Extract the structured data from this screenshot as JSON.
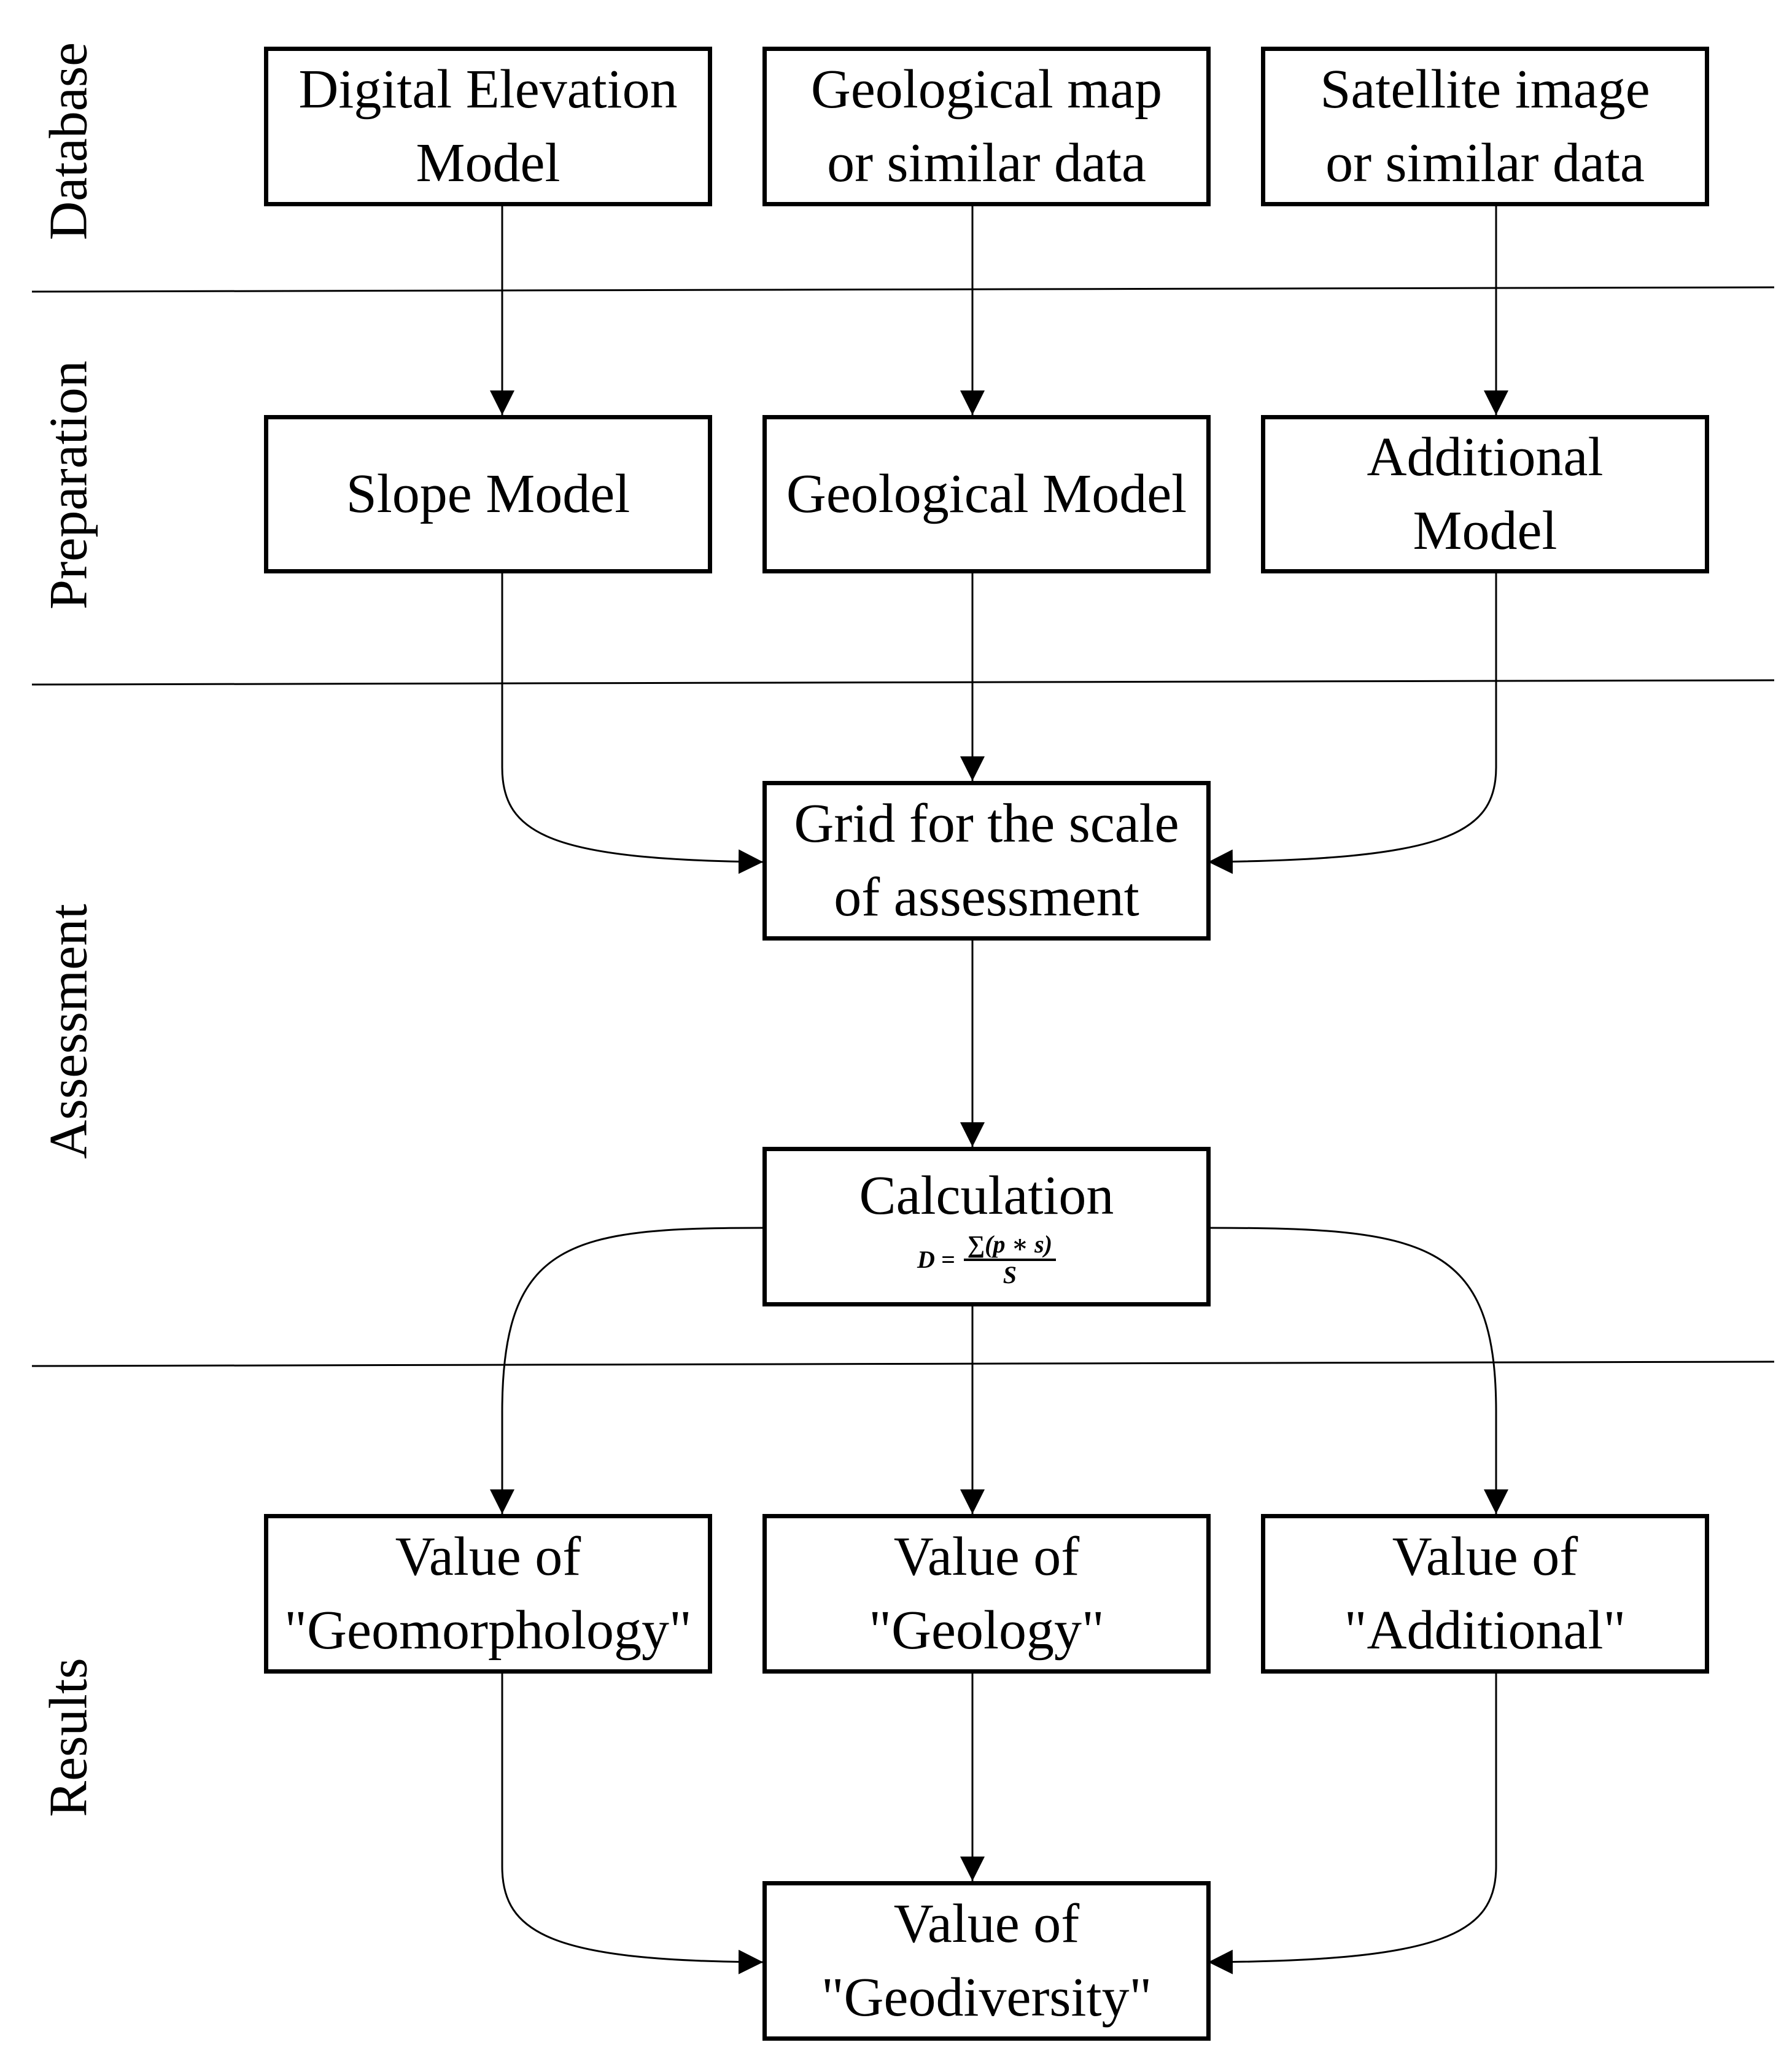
{
  "lanes": {
    "database": "Database",
    "preparation": "Preparation",
    "assessment": "Assessment",
    "results": "Results"
  },
  "nodes": {
    "dem": [
      "Digital Elevation",
      "Model"
    ],
    "geomap": [
      "Geological map",
      "or similar data"
    ],
    "satellite": [
      "Satellite image",
      "or similar data"
    ],
    "slope": [
      "Slope Model"
    ],
    "geomodel": [
      "Geological Model"
    ],
    "additional_model": [
      "Additional",
      "Model"
    ],
    "grid": [
      "Grid for the scale",
      "of assessment"
    ],
    "calculation": [
      "Calculation"
    ],
    "val_geomorph": [
      "Value of",
      "\"Geomorphology\""
    ],
    "val_geology": [
      "Value of",
      "\"Geology\""
    ],
    "val_additional": [
      "Value of",
      "\"Additional\""
    ],
    "val_geodiversity": [
      "Value of",
      "\"Geodiversity\""
    ]
  },
  "formula": {
    "lhs": "D =",
    "numerator": "∑(p ∗ s)",
    "denominator": "S"
  },
  "colors": {
    "line": "#000000",
    "background": "#ffffff"
  }
}
